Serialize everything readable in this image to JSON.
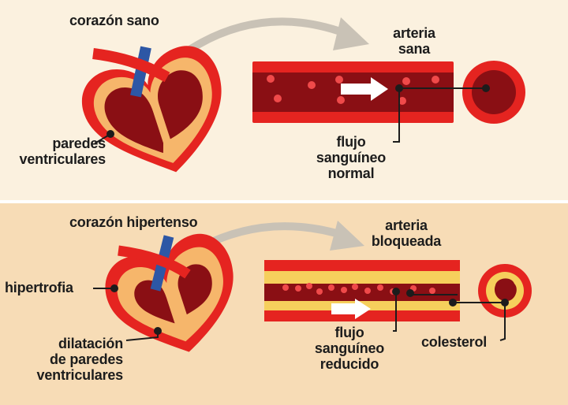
{
  "top": {
    "heart_label": "corazón sano",
    "artery_label_line1": "arteria",
    "artery_label_line2": "sana",
    "wall_label_line1": "paredes",
    "wall_label_line2": "ventriculares",
    "flow_label_line1": "flujo",
    "flow_label_line2": "sanguíneo",
    "flow_label_line3": "normal"
  },
  "bottom": {
    "heart_label": "corazón hipertenso",
    "artery_label_line1": "arteria",
    "artery_label_line2": "bloqueada",
    "hypertrophy_label": "hipertrofia",
    "dilation_label_line1": "dilatación",
    "dilation_label_line2": "de paredes",
    "dilation_label_line3": "ventriculares",
    "flow_label_line1": "flujo",
    "flow_label_line2": "sanguíneo",
    "flow_label_line3": "reducido",
    "cholesterol_label": "colesterol"
  },
  "colors": {
    "top_background": "#fbf1df",
    "bottom_background": "#f7dcb6",
    "heart_outer": "#e52420",
    "heart_inner": "#f6b66b",
    "chamber": "#8a0f14",
    "vein": "#2d57a5",
    "artery_wall": "#e52420",
    "blood": "#8a0f14",
    "plaque": "#f6cf5c",
    "arrow": "#c9c2b6"
  }
}
